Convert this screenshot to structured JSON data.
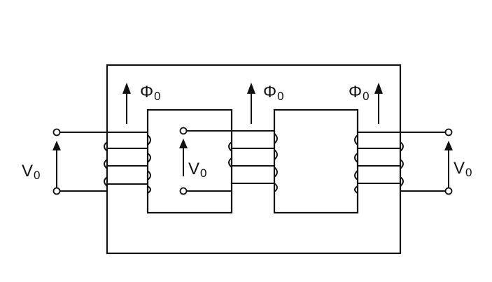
{
  "labels": {
    "flux_left": "Φ",
    "flux_left_sub": "0",
    "flux_middle": "Φ",
    "flux_middle_sub": "0",
    "flux_right": "Φ",
    "flux_right_sub": "0",
    "voltage_left": "V",
    "voltage_left_sub": "0",
    "voltage_middle": "V",
    "voltage_middle_sub": "0",
    "voltage_right": "V",
    "voltage_right_sub": "0"
  },
  "colors": {
    "ink": "#111111",
    "background": "#ffffff"
  }
}
